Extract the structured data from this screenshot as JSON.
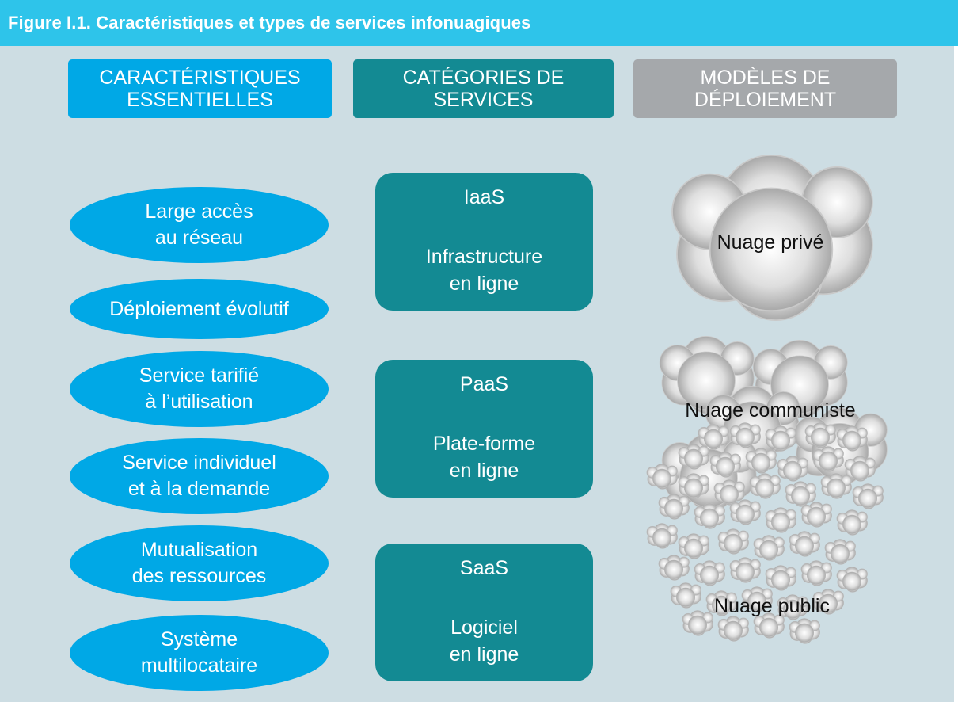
{
  "figure": {
    "title": "Figure I.1.   Caractéristiques et types de services infonuagiques"
  },
  "headers": {
    "characteristics": "CARACTÉRISTIQUES\nESSENTIELLES",
    "service_categories": "CATÉGORIES DE SERVICES",
    "deployment_models": "MODÈLES DE DÉPLOIEMENT"
  },
  "characteristics": [
    "Large accès\nau réseau",
    "Déploiement évolutif",
    "Service tarifié\nà l’utilisation",
    "Service individuel\net à la demande",
    "Mutualisation\ndes ressources",
    "Système\nmultilocataire"
  ],
  "services": [
    {
      "abbr": "IaaS",
      "desc": "Infrastructure\nen ligne"
    },
    {
      "abbr": "PaaS",
      "desc": "Plate-forme\nen ligne"
    },
    {
      "abbr": "SaaS",
      "desc": "Logiciel\nen ligne"
    }
  ],
  "deployments": [
    {
      "label": "Nuage privé",
      "icon": "large-cloud-icon"
    },
    {
      "label": "Nuage communiste",
      "icon": "cloud-cluster-icon"
    },
    {
      "label": "Nuage public",
      "icon": "many-small-clouds-icon"
    }
  ],
  "colors": {
    "title_bar": "#2ec4ea",
    "panel_bg": "#cddde3",
    "characteristics_blue": "#00a8e6",
    "services_teal": "#138a93",
    "deployment_gray": "#a5a8ab"
  }
}
